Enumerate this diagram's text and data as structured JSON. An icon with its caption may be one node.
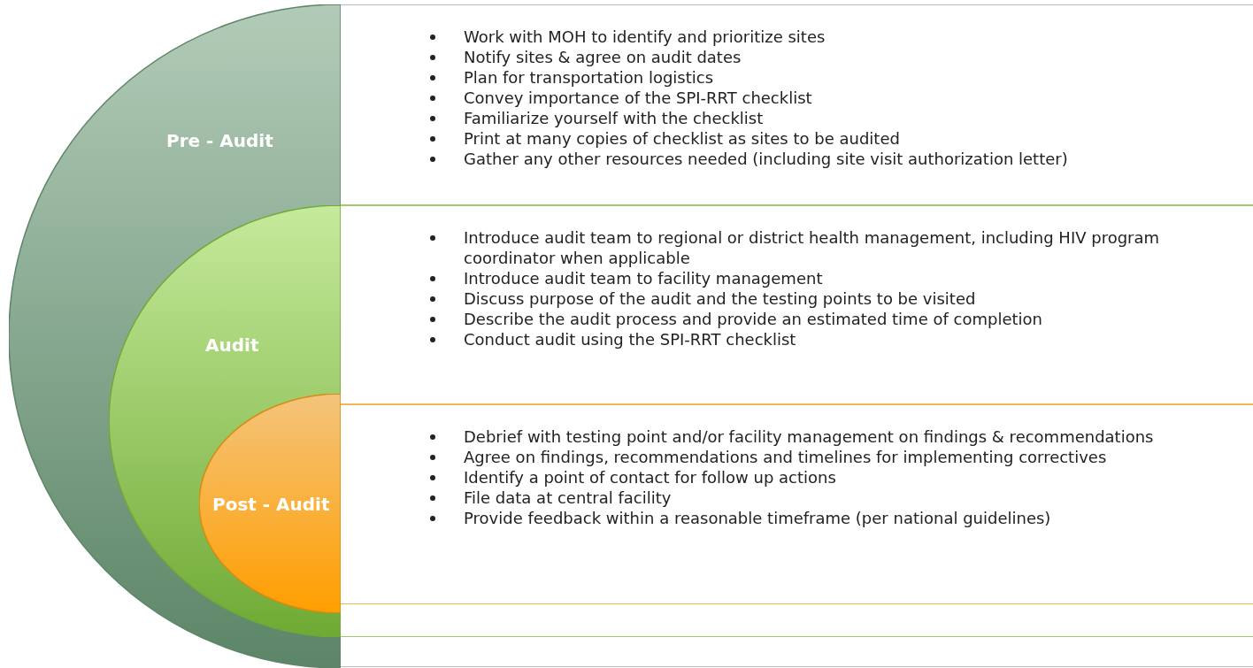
{
  "diagram": {
    "nodes": [
      {
        "text": [
          "Pre - Audit"
        ]
      },
      {
        "text": [
          "Audit"
        ],
        "in": 0
      },
      {
        "text": [
          "Post - Audit"
        ],
        "in": 1
      },
      {
        "text": [
          "Work with MOH to identify and prioritize sites",
          "Notify sites & agree on audit dates",
          "Plan for transportation logistics",
          "Convey importance of the SPI-RRT checklist",
          "Familiarize yourself with the checklist",
          "Print at many copies of checklist as sites to be audited",
          "Gather any other resources needed (including site visit authorization letter)"
        ]
      },
      {
        "text": [
          "Introduce audit team to regional or district health management, including HIV program coordinator when applicable",
          "Introduce audit team to facility management",
          "Discuss purpose of the audit and the testing points to be visited",
          "Describe the audit process and provide an estimated time of completion",
          "Conduct audit using the SPI-RRT checklist"
        ]
      },
      {
        "text": [
          "Debrief with testing point and/or facility management on findings & recommendations",
          "Agree on findings, recommendations and timelines for implementing correctives",
          "Identify a point of contact for follow up actions",
          "File data at central facility",
          "Provide feedback within a reasonable timeframe (per national guidelines)"
        ]
      }
    ]
  }
}
